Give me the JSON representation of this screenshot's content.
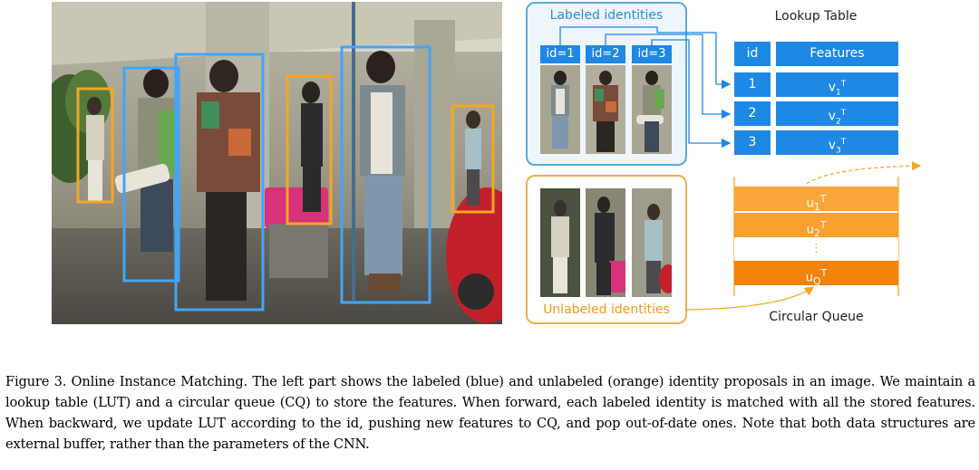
{
  "figure": {
    "labeled_panel": {
      "title": "Labeled identities",
      "ids": [
        "id=1",
        "id=2",
        "id=3"
      ]
    },
    "lookup_table": {
      "title": "Lookup Table",
      "header_id": "id",
      "header_features": "Features",
      "rows": [
        {
          "id": "1",
          "feature": "v",
          "sub": "1",
          "sup": "T"
        },
        {
          "id": "2",
          "feature": "v",
          "sub": "2",
          "sup": "T"
        },
        {
          "id": "3",
          "feature": "v",
          "sub": "3",
          "sup": "T"
        }
      ]
    },
    "unlabeled_panel": {
      "title": "Unlabeled identities"
    },
    "circular_queue": {
      "title": "Circular Queue",
      "rows": [
        {
          "feature": "u",
          "sub": "1",
          "sup": "T"
        },
        {
          "feature": "u",
          "sub": "2",
          "sup": "T"
        },
        {
          "feature": "⋮",
          "sub": "",
          "sup": ""
        },
        {
          "feature": "u",
          "sub": "Q",
          "sup": "T"
        }
      ]
    },
    "colors": {
      "labeled_blue": "#1e88e5",
      "unlabeled_orange": "#f59a23"
    }
  },
  "caption": {
    "text": "Figure 3.  Online Instance Matching.  The left part shows the labeled (blue) and unlabeled (orange) identity proposals in an image. We maintain a lookup table (LUT) and a circular queue (CQ) to store the features. When forward, each labeled identity is matched with all the stored features. When backward, we update LUT according to the id, pushing new features to CQ, and pop out-of-date ones. Note that both data structures are external buffer, rather than the parameters of the CNN."
  }
}
